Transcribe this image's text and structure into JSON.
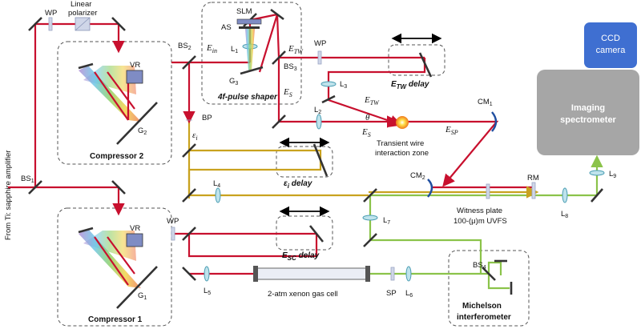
{
  "labels": {
    "wp": "WP",
    "linear_polarizer_line1": "Linear",
    "linear_polarizer_line2": "polarizer",
    "vr": "VR",
    "g2": "G",
    "g2_sub": "2",
    "g1": "G",
    "g1_sub": "1",
    "compressor2": "Compressor 2",
    "compressor1": "Compressor 1",
    "bs1": "BS",
    "bs1_sub": "1",
    "bs2": "BS",
    "bs2_sub": "2",
    "bs3": "BS",
    "bs3_sub": "3",
    "bs4": "BS",
    "bs4_sub": "4",
    "source": "From Ti: sapphire amplifier",
    "slm": "SLM",
    "as": "AS",
    "l1": "L",
    "l1_sub": "1",
    "g3": "G",
    "g3_sub": "3",
    "e_in": "E",
    "e_in_sub": "in",
    "e_tw": "E",
    "e_tw_sub": "TW",
    "e_s": "E",
    "e_s_sub": "S",
    "shaper": "4f-pulse shaper",
    "etw_delay_e": "E",
    "etw_delay_sub": "TW",
    "etw_delay_rest": " delay",
    "l3": "L",
    "l3_sub": "3",
    "l2": "L",
    "l2_sub": "2",
    "theta": "θ",
    "e_tw2": "E",
    "e_tw2_sub": "TW",
    "e_s2": "E",
    "e_s2_sub": "S",
    "e_sp": "E",
    "e_sp_sub": "SP",
    "transient_line1": "Transient wire",
    "transient_line2": "interaction zone",
    "cm1": "CM",
    "cm1_sub": "1",
    "cm2": "CM",
    "cm2_sub": "2",
    "bp": "BP",
    "eps_i": "ε",
    "eps_i_sub": "i",
    "epsi_delay_e": "ε",
    "epsi_delay_sub": "i",
    "epsi_delay_rest": " delay",
    "l4": "L",
    "l4_sub": "4",
    "wp2": "WP",
    "esc_delay_e": "E",
    "esc_delay_sub": "SC",
    "esc_delay_rest": " delay",
    "l5": "L",
    "l5_sub": "5",
    "gas_cell": "2-atm xenon gas cell",
    "sp": "SP",
    "l6": "L",
    "l6_sub": "6",
    "l7": "L",
    "l7_sub": "7",
    "witness_line1": "Witness plate",
    "witness_line2": "100-(μ)m  UVFS",
    "rm": "RM",
    "l8": "L",
    "l8_sub": "8",
    "l9": "L",
    "l9_sub": "9",
    "michelson_line1": "Michelson",
    "michelson_line2": "interferometer",
    "ccd_line1": "CCD",
    "ccd_line2": "camera",
    "spectro_line1": "Imaging",
    "spectro_line2": "spectrometer"
  },
  "colors": {
    "beam_main": "#c8102e",
    "beam_probe": "#c9a21f",
    "beam_supercontinuum": "#8bc34a",
    "ccd_camera": "#3f6fd1",
    "spectrometer": "#a6a6a6"
  }
}
